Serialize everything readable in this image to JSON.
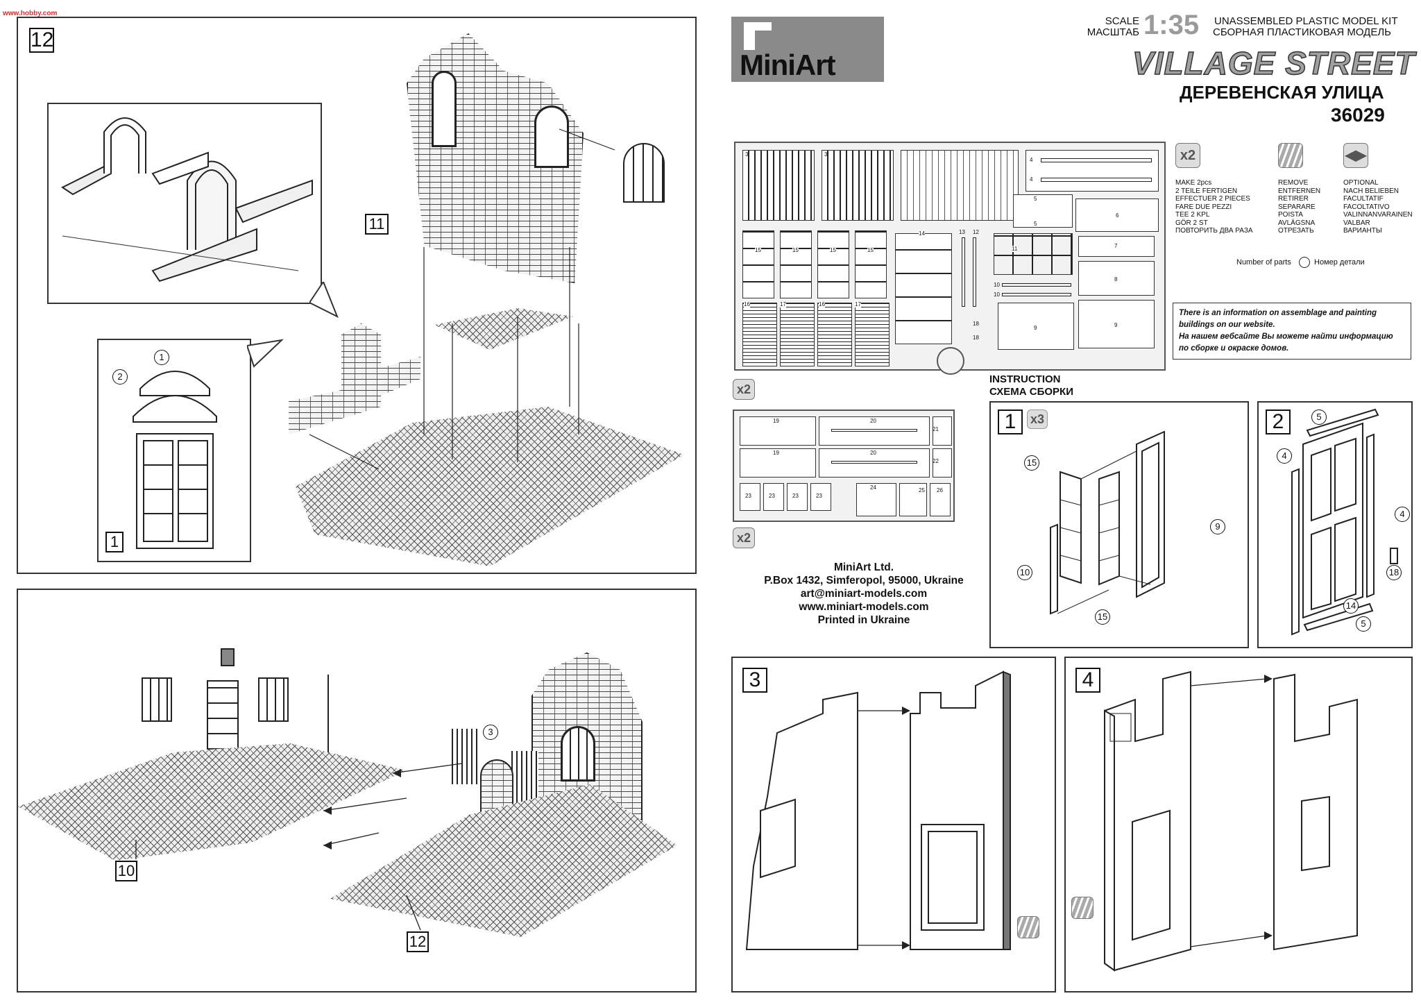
{
  "watermark": "www.hobby.com",
  "header": {
    "scale_label_en": "SCALE",
    "scale_label_ru": "МАСШТАБ",
    "scale_value": "1:35",
    "kit_type_en": "UNASSEMBLED PLASTIC MODEL KIT",
    "kit_type_ru": "СБОРНАЯ ПЛАСТИКОВАЯ МОДЕЛЬ",
    "title_en": "VILLAGE STREET",
    "title_ru": "ДЕРЕВЕНСКАЯ УЛИЦА",
    "kit_number": "36029",
    "brand": "MiniArt"
  },
  "legend": {
    "make_two": {
      "icon": "x2",
      "text": "MAKE 2pcs\n2 TEILE FERTIGEN\nEFFECTUER 2 PIECES\nFARE DUE PEZZI\nTEE 2 KPL\nGÖR 2 ST\nПОВТОРИТЬ ДВА РАЗА"
    },
    "remove": {
      "icon": "remove-icon",
      "text": "REMOVE\nENTFERNEN\nRETIRER\nSEPARARE\nPOISTA\nAVLÄGSNA\nОТРЕЗАТЬ"
    },
    "optional": {
      "icon": "optional-icon",
      "text": "OPTIONAL\nNACH BELIEBEN\nFACULTATIF\nFACOLTATIVO\nVALINNANVARAINEN\nVALBAR\nВАРИАНТЫ"
    },
    "number_of_parts_en": "Number of parts",
    "number_of_parts_ru": "Номер детали"
  },
  "info_note": {
    "line1": "There is an information on assemblage and painting",
    "line2": "buildings on our website.",
    "line3": "На нашем вебсайте Вы можете найти информацию",
    "line4": "по сборке и окраске домов."
  },
  "instruction": {
    "en": "INSTRUCTION",
    "ru": "СХЕМА СБОРКИ"
  },
  "company": {
    "name": "MiniArt Ltd.",
    "address": "P.Box 1432, Simferopol, 95000, Ukraine",
    "email": "art@miniart-models.com",
    "web": "www.miniart-models.com",
    "printed": "Printed in Ukraine"
  },
  "multipliers": {
    "sprue_top": "x2",
    "sprue_bottom": "x2",
    "step1": "x3"
  },
  "steps": {
    "s12": "12",
    "s11": "11",
    "s1_inset": "1",
    "s10": "10",
    "s12b": "12",
    "s1": "1",
    "s2": "2",
    "s3": "3",
    "s4": "4"
  },
  "callouts": {
    "step_inset": [
      "1",
      "2"
    ],
    "final": [
      "3"
    ],
    "step1": [
      "15",
      "10",
      "15",
      "9"
    ],
    "step2": [
      "5",
      "4",
      "4",
      "18",
      "14",
      "5"
    ]
  },
  "sprue_parts": {
    "top": [
      "3",
      "3",
      "4",
      "4",
      "5",
      "5",
      "6",
      "7",
      "8",
      "9",
      "9",
      "10",
      "10",
      "11",
      "12",
      "13",
      "14",
      "15",
      "15",
      "15",
      "15",
      "16",
      "17",
      "16",
      "17",
      "18",
      "18"
    ],
    "bottom": [
      "19",
      "19",
      "20",
      "20",
      "21",
      "22",
      "23",
      "23",
      "23",
      "23",
      "24",
      "25",
      "26"
    ]
  }
}
